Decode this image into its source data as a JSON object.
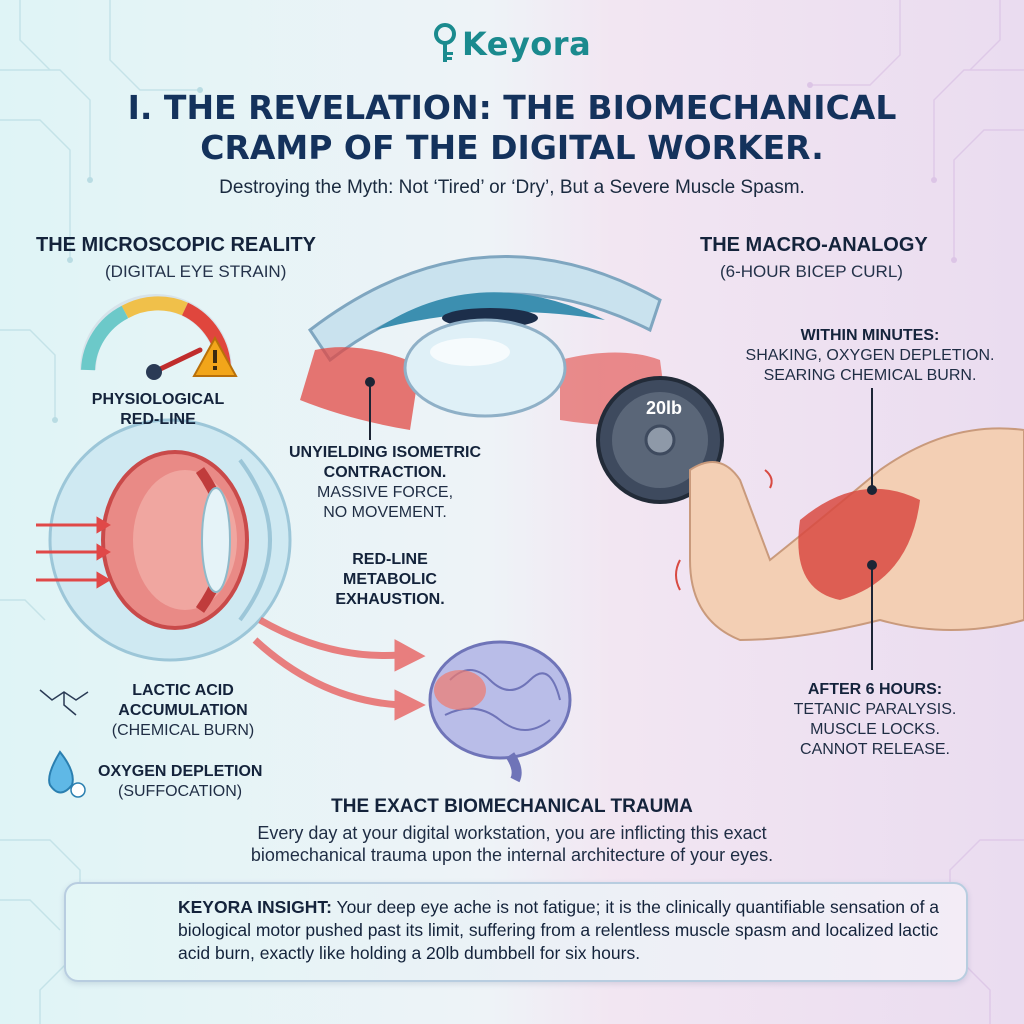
{
  "brand": {
    "name": "Keyora"
  },
  "header": {
    "title_line1": "I. THE REVELATION: THE BIOMECHANICAL",
    "title_line2": "CRAMP OF THE DIGITAL WORKER.",
    "subtitle": "Destroying the Myth: Not ‘Tired’ or ‘Dry’, But a Severe Muscle Spasm."
  },
  "left": {
    "heading": "THE MICROSCOPIC REALITY",
    "subheading": "(DIGITAL EYE STRAIN)",
    "gauge_label_1": "PHYSIOLOGICAL",
    "gauge_label_2": "RED-LINE",
    "lactic_1": "LACTIC ACID",
    "lactic_2": "ACCUMULATION",
    "lactic_3": "(CHEMICAL BURN)",
    "oxygen_1": "OXYGEN DEPLETION",
    "oxygen_2": "(SUFFOCATION)"
  },
  "center": {
    "contraction_1": "UNYIELDING ISOMETRIC",
    "contraction_2": "CONTRACTION.",
    "contraction_3": "MASSIVE FORCE,",
    "contraction_4": "NO MOVEMENT.",
    "metabolic_1": "RED-LINE",
    "metabolic_2": "METABOLIC",
    "metabolic_3": "EXHAUSTION."
  },
  "right": {
    "heading": "THE MACRO-ANALOGY",
    "subheading": "(6-HOUR BICEP CURL)",
    "dumbbell_label": "20lb",
    "within_title": "WITHIN MINUTES:",
    "within_1": "SHAKING, OXYGEN DEPLETION.",
    "within_2": "SEARING CHEMICAL BURN.",
    "after_title": "AFTER 6 HOURS:",
    "after_1": "TETANIC PARALYSIS.",
    "after_2": "MUSCLE LOCKS.",
    "after_3": "CANNOT RELEASE."
  },
  "trauma": {
    "heading": "THE EXACT BIOMECHANICAL TRAUMA",
    "line1": "Every day at your digital workstation, you are inflicting this exact",
    "line2": "biomechanical trauma upon the internal architecture of your eyes."
  },
  "insight": {
    "label": "KEYORA INSIGHT:",
    "text": "Your deep eye ache is not fatigue; it is the clinically quantifiable sensation of a biological motor pushed past its limit, suffering from a relentless muscle spasm and localized lactic acid burn, exactly like holding a 20lb dumbbell for six hours."
  },
  "colors": {
    "teal": "#1a8a8e",
    "navy": "#14325c",
    "muscle_red": "#d9363e",
    "warning": "#f2a51a"
  }
}
